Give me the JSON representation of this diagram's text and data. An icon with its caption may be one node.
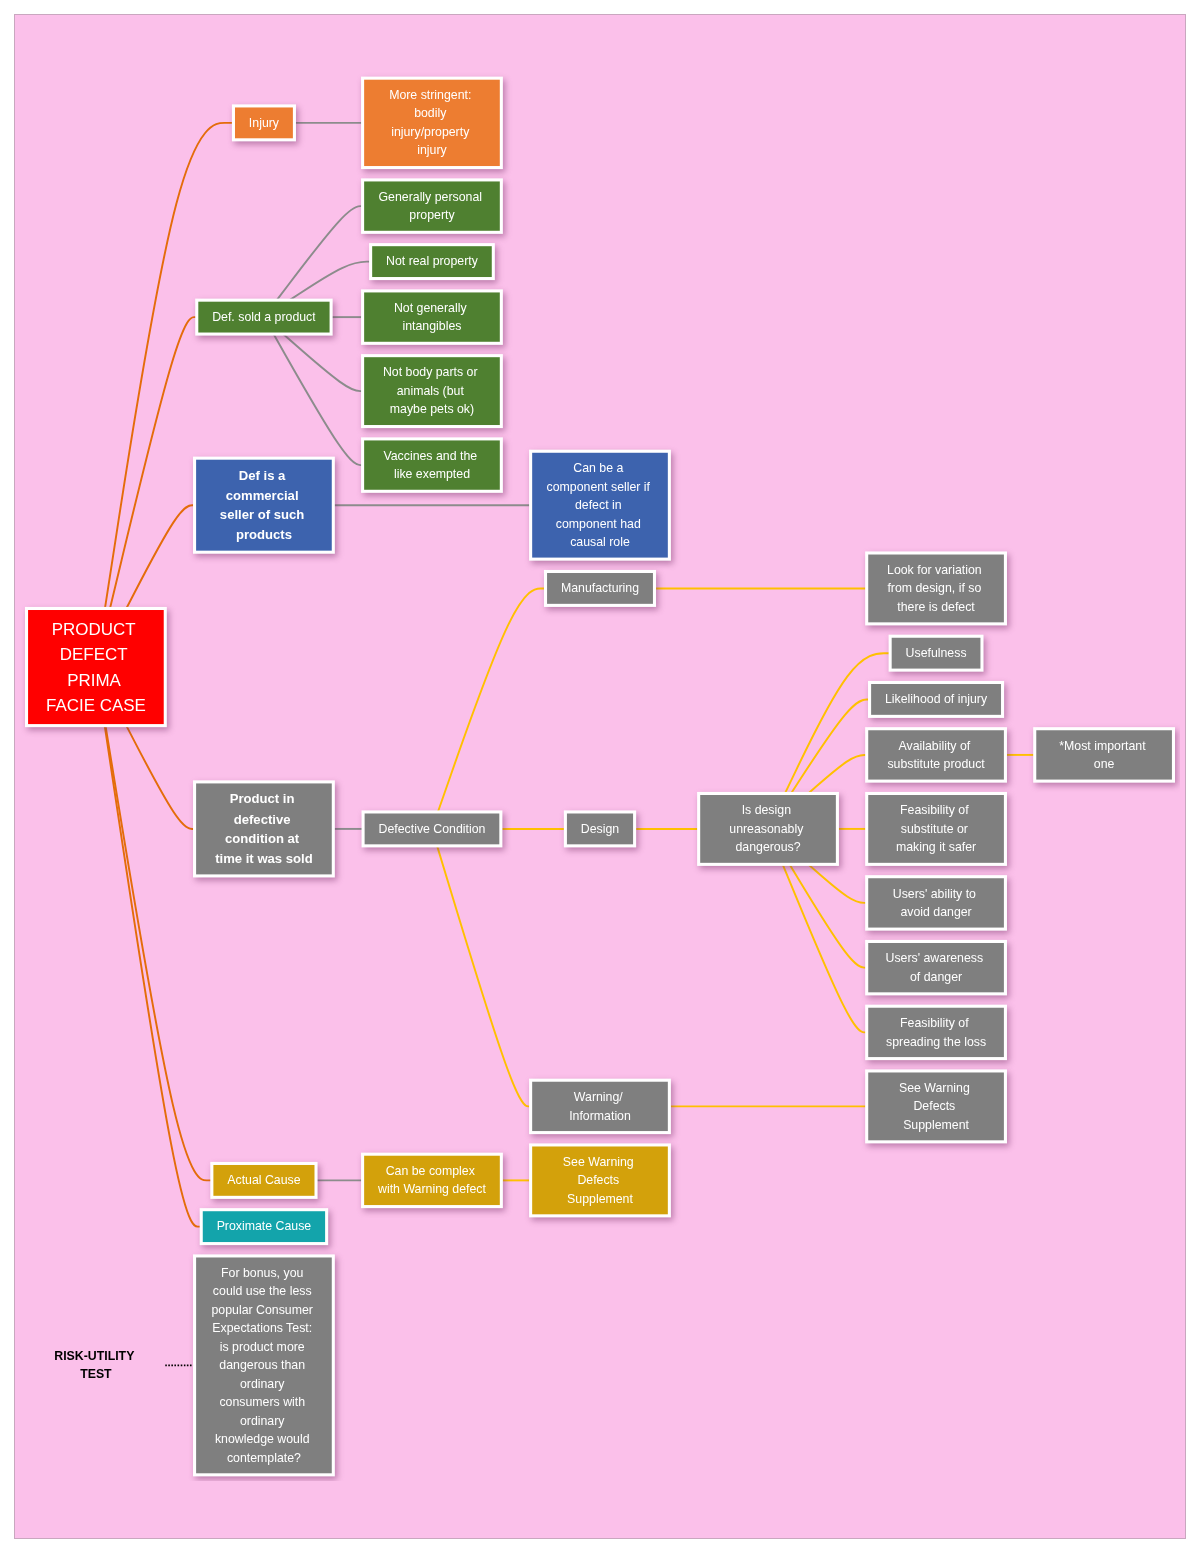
{
  "diagram": {
    "nodes": [
      {
        "text": [
          "PRODUCT DEFECT PRIMA FACIE CASE"
        ]
      },
      {
        "text": [
          "Injury"
        ]
      },
      {
        "text": [
          "Def. sold a product"
        ]
      },
      {
        "text": [
          "More stringent: bodily injury/property injury"
        ]
      },
      {
        "text": [
          "Generally personal property"
        ]
      },
      {
        "text": [
          "Not real property"
        ]
      },
      {
        "text": [
          "Not generally intangibles"
        ]
      },
      {
        "text": [
          "Not body parts or animals (but maybe pets ok)"
        ]
      },
      {
        "text": [
          "Vaccines and the like exempted"
        ]
      },
      {
        "text": [
          "Def is a commercial seller of such products"
        ]
      },
      {
        "text": [
          "Product in defective condition at time it was sold"
        ]
      },
      {
        "text": [
          "Can be a component seller if defect in component had causal role"
        ]
      },
      {
        "text": [
          "Defective Condition"
        ]
      },
      {
        "text": [
          "Manufacturing"
        ]
      },
      {
        "text": [
          "Design"
        ]
      },
      {
        "text": [
          "Look for variation from design, if so there is defect"
        ]
      },
      {
        "text": [
          "Is design unreasonably dangerous?"
        ]
      },
      {
        "text": [
          "Usefulness"
        ]
      },
      {
        "text": [
          "Likelihood of injury"
        ]
      },
      {
        "text": [
          "Availability of substitute product"
        ]
      },
      {
        "text": [
          "Feasibility of substitute or making it safer"
        ]
      },
      {
        "text": [
          "*Most important one"
        ]
      },
      {
        "text": [
          "Users' ability to avoid danger"
        ]
      },
      {
        "text": [
          "Users' awareness of danger"
        ]
      },
      {
        "text": [
          "Feasibility of spreading the loss"
        ]
      },
      {
        "text": [
          "Warning/ Information"
        ]
      },
      {
        "text": [
          "See Warning Defects Supplement"
        ]
      },
      {
        "text": [
          "RISK-UTILITY TEST"
        ]
      },
      {
        "text": [
          "Actual Cause"
        ]
      },
      {
        "text": [
          "Proximate Cause"
        ]
      },
      {
        "text": [
          "For bonus, you could use the less popular Consumer Expectations Test: is product more dangerous than ordinary consumers with ordinary knowledge would contemplate?"
        ]
      },
      {
        "text": [
          "Can be complex with Warning defect"
        ]
      },
      {
        "text": [
          "See Warning Defects Supplement"
        ]
      }
    ],
    "edges": [
      {
        "from": 0,
        "to": 1,
        "arrow": "none",
        "color": "#e46c0a"
      },
      {
        "from": 0,
        "to": 2,
        "arrow": "none",
        "color": "#e46c0a"
      },
      {
        "from": 0,
        "to": 9,
        "arrow": "none",
        "color": "#e46c0a"
      },
      {
        "from": 0,
        "to": 10,
        "arrow": "none",
        "color": "#e46c0a"
      },
      {
        "from": 0,
        "to": 28,
        "arrow": "none",
        "color": "#e46c0a"
      },
      {
        "from": 0,
        "to": 29,
        "arrow": "none",
        "color": "#e46c0a"
      },
      {
        "from": 1,
        "to": 3,
        "arrow": "none",
        "color": "#8c8c8c"
      },
      {
        "from": 2,
        "to": 4,
        "arrow": "none",
        "color": "#8c8c8c"
      },
      {
        "from": 2,
        "to": 5,
        "arrow": "none",
        "color": "#8c8c8c"
      },
      {
        "from": 2,
        "to": 6,
        "arrow": "none",
        "color": "#8c8c8c"
      },
      {
        "from": 2,
        "to": 7,
        "arrow": "none",
        "color": "#8c8c8c"
      },
      {
        "from": 2,
        "to": 8,
        "arrow": "none",
        "color": "#8c8c8c"
      },
      {
        "from": 9,
        "to": 11,
        "arrow": "none",
        "color": "#8c8c8c"
      },
      {
        "from": 10,
        "to": 12,
        "arrow": "none",
        "color": "#8c8c8c"
      },
      {
        "from": 12,
        "to": 13,
        "arrow": "none"
      },
      {
        "from": 12,
        "to": 14,
        "arrow": "none"
      },
      {
        "from": 12,
        "to": 25,
        "arrow": "none"
      },
      {
        "from": 13,
        "to": 15,
        "arrow": "none"
      },
      {
        "from": 14,
        "to": 16,
        "arrow": "none"
      },
      {
        "from": 16,
        "to": 17,
        "arrow": "none"
      },
      {
        "from": 16,
        "to": 18,
        "arrow": "none"
      },
      {
        "from": 16,
        "to": 19,
        "arrow": "none"
      },
      {
        "from": 16,
        "to": 20,
        "arrow": "none"
      },
      {
        "from": 16,
        "to": 22,
        "arrow": "none"
      },
      {
        "from": 16,
        "to": 23,
        "arrow": "none"
      },
      {
        "from": 16,
        "to": 24,
        "arrow": "none"
      },
      {
        "from": 19,
        "to": 21,
        "arrow": "none"
      },
      {
        "from": 25,
        "to": 26,
        "arrow": "none"
      },
      {
        "from": 27,
        "to": 30,
        "arrow": "none",
        "style": "dashed",
        "color": "#000000"
      },
      {
        "from": 28,
        "to": 31,
        "arrow": "none",
        "color": "#8c8c8c"
      },
      {
        "from": 31,
        "to": 32,
        "arrow": "none"
      }
    ]
  }
}
